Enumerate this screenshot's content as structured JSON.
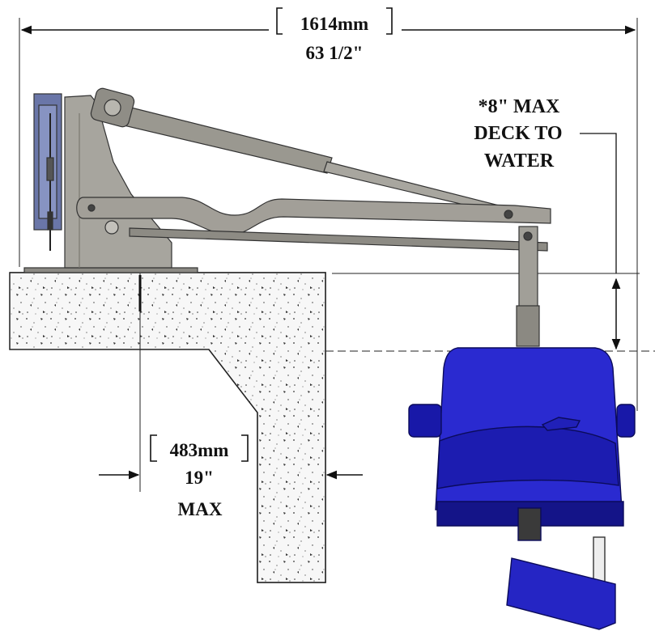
{
  "dimensions": {
    "overall_width": {
      "metric": "1614mm",
      "imperial": "63 1/2\""
    },
    "deck_to_water": {
      "line1": "*8\" MAX",
      "line2": "DECK TO",
      "line3": "WATER"
    },
    "deck_overhang": {
      "metric": "483mm",
      "imperial": "19\"",
      "qualifier": "MAX"
    }
  },
  "colors": {
    "frame": "#9a9890",
    "frame_dark": "#6f6d66",
    "seat_blue": "#2323c8",
    "seat_blue_dark": "#10107a",
    "concrete": "#f4f4f4",
    "dimension_line": "#111111"
  }
}
